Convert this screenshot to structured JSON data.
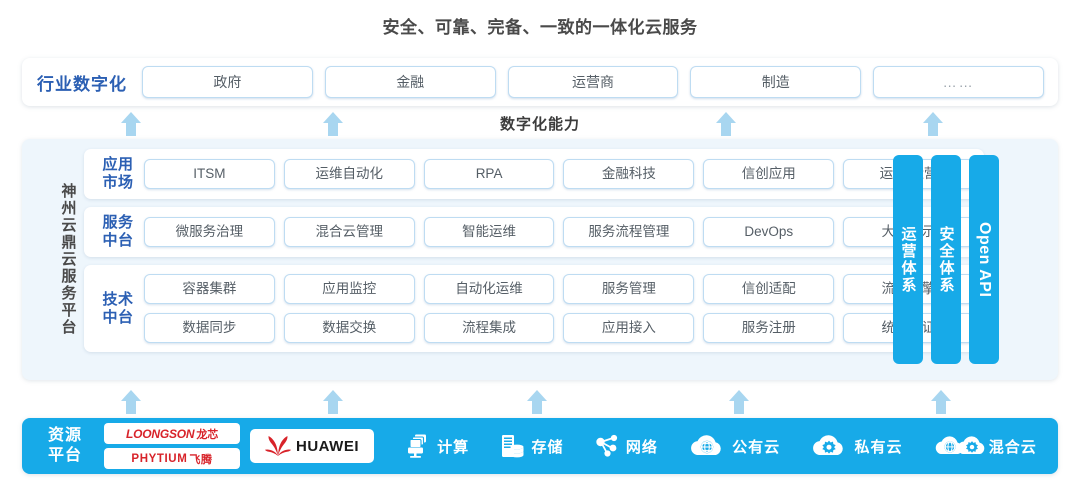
{
  "title": "安全、可靠、完备、一致的一体化云服务",
  "capability_label": "数字化能力",
  "industry": {
    "label": "行业数字化",
    "items": [
      {
        "name": "政府"
      },
      {
        "name": "金融"
      },
      {
        "name": "运营商"
      },
      {
        "name": "制造"
      },
      {
        "name": "……"
      }
    ]
  },
  "platform": {
    "label": "神州云鼎云服务平台",
    "rows": [
      {
        "label_line1": "应用",
        "label_line2": "市场",
        "groups": [
          [
            "ITSM",
            "运维自动化",
            "RPA",
            "金融科技",
            "信创应用",
            "运维/运营"
          ]
        ]
      },
      {
        "label_line1": "服务",
        "label_line2": "中台",
        "groups": [
          [
            "微服务治理",
            "混合云管理",
            "智能运维",
            "服务流程管理",
            "DevOps",
            "大屏展示"
          ]
        ]
      },
      {
        "label_line1": "技术",
        "label_line2": "中台",
        "groups": [
          [
            "容器集群",
            "应用监控",
            "自动化运维",
            "服务管理",
            "信创适配",
            "流程引擎"
          ],
          [
            "数据同步",
            "数据交换",
            "流程集成",
            "应用接入",
            "服务注册",
            "统一认证"
          ]
        ]
      }
    ],
    "vertical_bars": [
      {
        "label": "运营体系",
        "script": "cjk"
      },
      {
        "label": "安全体系",
        "script": "cjk"
      },
      {
        "label": "Open API",
        "script": "latin"
      }
    ]
  },
  "resource": {
    "label_line1": "资源",
    "label_line2": "平台",
    "logos": [
      {
        "brand": "LOONGSON",
        "cn": "龙芯"
      },
      {
        "brand": "PHYTIUM",
        "cn": "飞腾"
      }
    ],
    "huawei": "HUAWEI",
    "items": [
      {
        "label": "计算",
        "icon": "compute-icon"
      },
      {
        "label": "存储",
        "icon": "storage-icon"
      },
      {
        "label": "网络",
        "icon": "network-icon"
      },
      {
        "label": "公有云",
        "icon": "public-cloud-icon"
      },
      {
        "label": "私有云",
        "icon": "private-cloud-icon"
      },
      {
        "label": "混合云",
        "icon": "hybrid-cloud-icon"
      }
    ]
  },
  "arrows": {
    "upper_count": 4,
    "lower_count": 5,
    "color": "#a8d6f0"
  },
  "colors": {
    "brand_blue": "#17aae8",
    "label_blue": "#2b5fb3",
    "panel_bg": "#eef6fc",
    "pill_border": "#bedcf2",
    "text_gray": "#555e66",
    "logo_red": "#d8232a"
  }
}
